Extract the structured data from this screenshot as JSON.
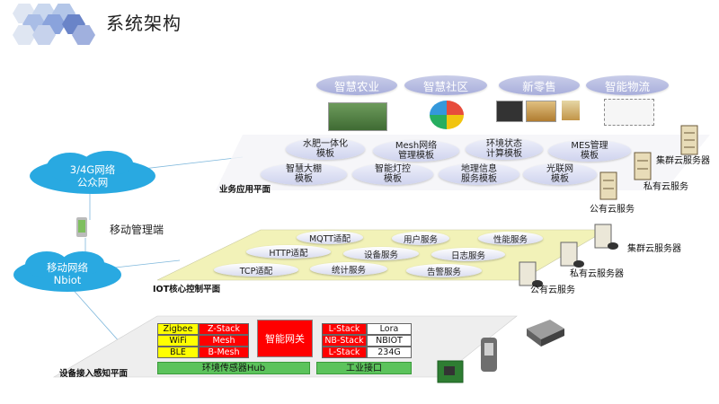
{
  "title": "系统架构",
  "scenarios": [
    "智慧农业",
    "智慧社区",
    "新零售",
    "智能物流"
  ],
  "business": {
    "label": "业务应用平面",
    "modules": [
      "水肥一体化\n模板",
      "Mesh网络\n管理模板",
      "环境状态\n计算模板",
      "MES管理\n模板",
      "智慧大棚\n模板",
      "智能灯控\n模板",
      "地理信息\n服务模板",
      "光联网\n模板"
    ]
  },
  "clouds": {
    "net34g": "3/4G网络\n公众网",
    "mesh": "移动网络\nNbiot"
  },
  "mobile": "移动管理端",
  "iot": {
    "label": "IOT核心控制平面",
    "services": [
      "MQTT适配",
      "用户服务",
      "性能服务",
      "HTTP适配",
      "设备服务",
      "日志服务",
      "TCP适配",
      "统计服务",
      "告警服务"
    ]
  },
  "servers_top": {
    "cluster": "集群云服务器",
    "private": "私有云服务",
    "public": "公有云服务"
  },
  "servers_mid": {
    "cluster": "集群云服务器",
    "private": "私有云服务器",
    "public": "公有云服务"
  },
  "device": {
    "label": "设备接入感知平面",
    "left_col": [
      "Zigbee",
      "WiFi",
      "BLE"
    ],
    "stack_col": [
      "Z-Stack",
      "Mesh",
      "B-Mesh"
    ],
    "gateway": "智能网关",
    "right_stack": [
      "L-Stack",
      "NB-Stack",
      "L-Stack"
    ],
    "right_proto": [
      "Lora",
      "NBIOT",
      "234G"
    ],
    "hub": "环境传感器Hub",
    "industrial": "工业接口"
  },
  "colors": {
    "accent": "#a8aedb",
    "cloud": "#29a9e1",
    "plane": "#f2f2b8",
    "gateway": "#ff0000"
  }
}
